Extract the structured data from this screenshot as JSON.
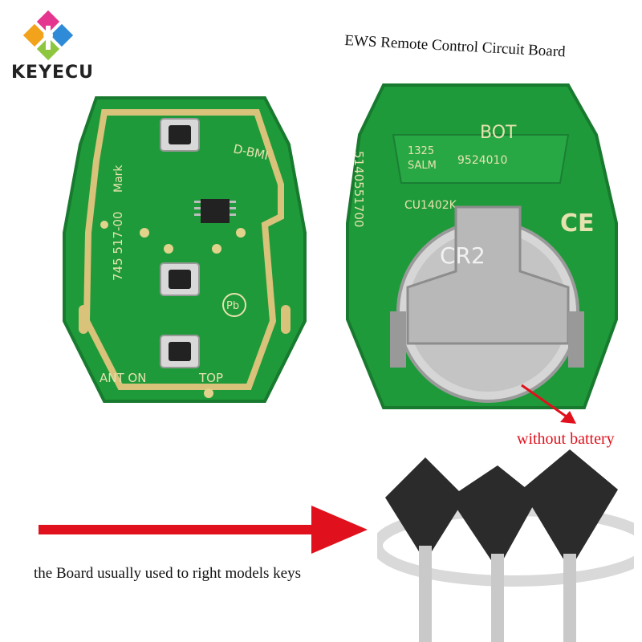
{
  "brand": {
    "name": "KEYECU"
  },
  "title": "EWS Remote Control Circuit Board",
  "front_board": {
    "labels": {
      "dbm": "D-BMI",
      "mark": "745 517-00",
      "mark_suffix": "Mark",
      "ant": "ANT ON",
      "top": "TOP",
      "pb": "Pb"
    }
  },
  "back_board": {
    "labels": {
      "bot": "BOT",
      "code1": "1325",
      "code2": "SALM",
      "code3": "9524010",
      "cu": "CU1402K",
      "side": "5140551700",
      "battery_text": "CR2",
      "ce": "CE"
    }
  },
  "note": "without battery",
  "caption": "the Board usually used to right models keys",
  "colors": {
    "pcb": "#1f9a3a",
    "trace": "#d9c27a",
    "arrow": "#e0101c",
    "key": "#2b2b2b",
    "blade": "#c9c9c9"
  },
  "icons": [
    "keyecu-logo-icon",
    "ce-mark-icon",
    "pb-free-icon"
  ]
}
